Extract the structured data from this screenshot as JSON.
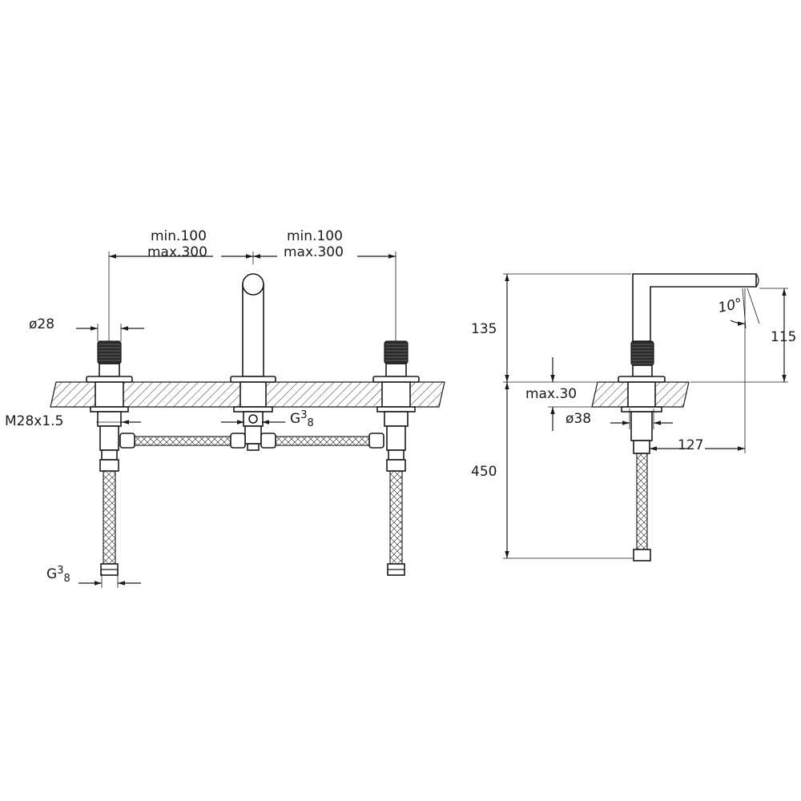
{
  "front_view": {
    "spacing_left": {
      "min": "min.100",
      "max": "max.300"
    },
    "spacing_right": {
      "min": "min.100",
      "max": "max.300"
    },
    "handle_diameter": "ø28",
    "mount_thread": "M28x1.5",
    "center_connection": {
      "base": "G",
      "sup": "3",
      "sub": "8"
    },
    "inlet_connection": {
      "base": "G",
      "sup": "3",
      "sub": "8"
    }
  },
  "side_view": {
    "spout_height": "135",
    "outlet_height": "115",
    "outlet_angle": "10°",
    "deck_thickness": "max.30",
    "hole_diameter": "ø38",
    "spout_reach": "127",
    "hose_length": "450"
  }
}
